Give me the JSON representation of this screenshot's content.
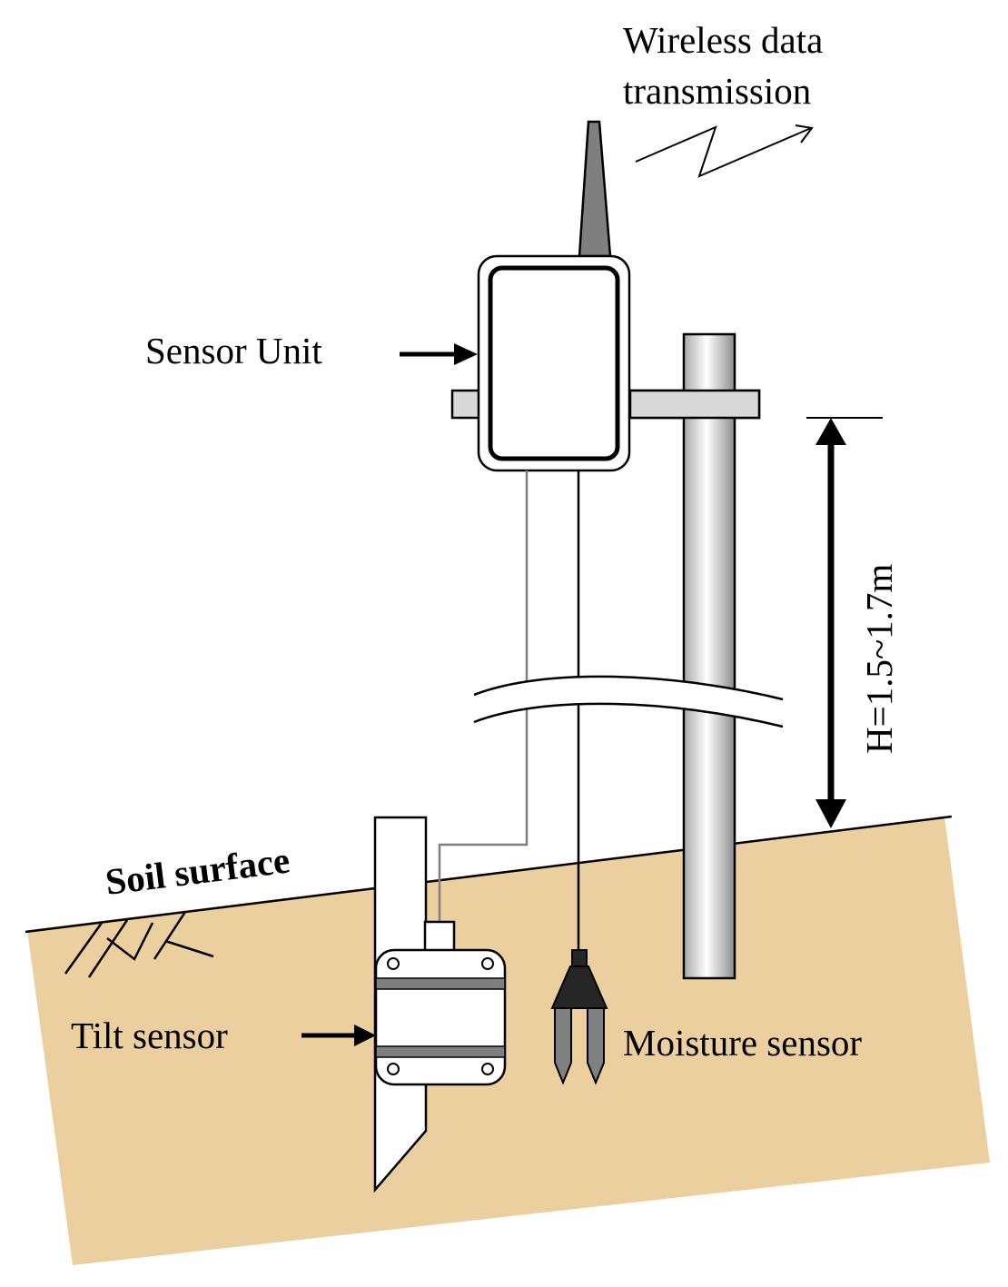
{
  "labels": {
    "wireless": [
      "Wireless data",
      "transmission"
    ],
    "sensor_unit": "Sensor Unit",
    "height": "H=1.5~1.7m",
    "soil_surface": "Soil surface",
    "tilt_sensor": "Tilt sensor",
    "moisture_sensor": "Moisture sensor"
  },
  "colors": {
    "soil": "#EBCF9F",
    "antenna": "#7F7F7F",
    "bracket": "#D9D9D9",
    "clamp_band": "#7F7F7F",
    "probe_head": "#262626",
    "probe_tines": "#808080",
    "pole_shade": "#A8A8A8",
    "line": "#000000"
  },
  "icons": {
    "antenna": "antenna-icon",
    "transmission": "lightning-arrow-icon",
    "grass": "soil-hatch-icon"
  }
}
